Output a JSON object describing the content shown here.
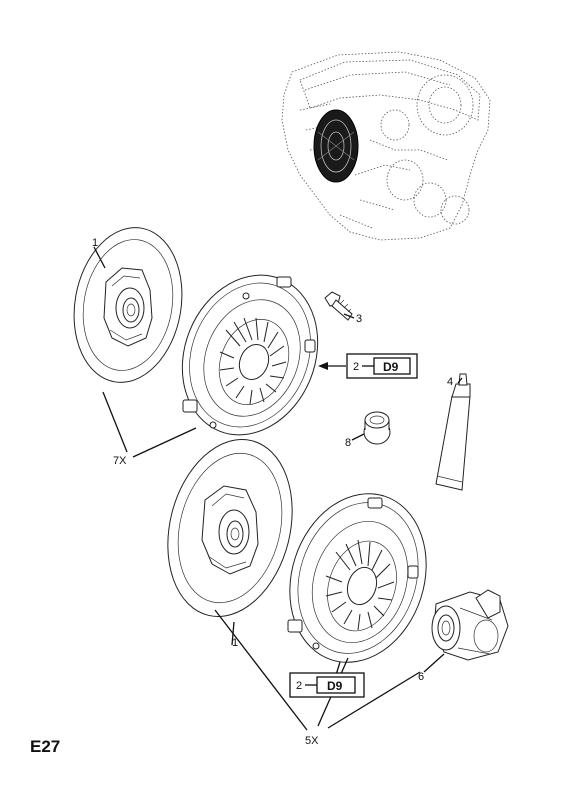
{
  "page_code": "E27",
  "callouts": {
    "disc_upper": "1",
    "disc_lower": "1",
    "pressure_plate_ref_upper": "2",
    "pressure_plate_ref_lower": "2",
    "bolt": "3",
    "grease": "4",
    "bearing": "6",
    "bush": "8",
    "qty_upper": "7X",
    "qty_lower": "5X"
  },
  "ref_boxes": {
    "upper_code": "D9",
    "lower_code": "D9"
  }
}
